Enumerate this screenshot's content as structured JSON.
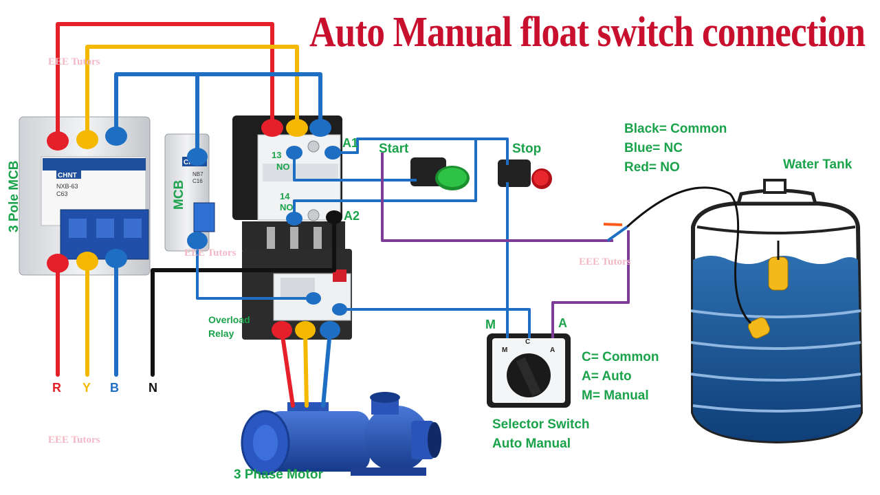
{
  "title": "Auto Manual float switch connection",
  "watermark": "EEE Tutors",
  "components": {
    "mcb3_label": "3 Pole MCB",
    "mcb_label": "MCB",
    "overload_label_line1": "Overload",
    "overload_label_line2": "Relay",
    "start_label": "Start",
    "stop_label": "Stop",
    "motor_label": "3 Phase Motor",
    "selector_label_line1": "Selector Switch",
    "selector_label_line2": "Auto Manual",
    "tank_label": "Water Tank",
    "mcb_brand": "CHNT",
    "mcb3_model": "NXB-63",
    "mcb3_rating": "C63",
    "mcb_model": "NB7",
    "mcb_rating": "C16"
  },
  "contactor_terminals": {
    "a1": "A1",
    "a2": "A2",
    "t13": "13",
    "no1": "NO",
    "t14": "14",
    "no2": "NO"
  },
  "selector_terminals": {
    "m_outer": "M",
    "a_outer": "A",
    "m_inner": "M",
    "c_inner": "C",
    "a_inner": "A"
  },
  "supply_lines": [
    {
      "label": "R",
      "color": "#e5202a"
    },
    {
      "label": "Y",
      "color": "#f5b800"
    },
    {
      "label": "B",
      "color": "#1e6fc4"
    },
    {
      "label": "N",
      "color": "#111111"
    }
  ],
  "float_legend": [
    "Black= Common",
    "Blue= NC",
    "Red= NO"
  ],
  "selector_legend": [
    "C= Common",
    "A= Auto",
    "M= Manual"
  ],
  "wire_colors": {
    "red": "#e5202a",
    "yellow": "#f5b800",
    "blue": "#1e6fc4",
    "black": "#111111",
    "purple": "#7d3c98",
    "title": "#c8102e",
    "label_green": "#1aa34a"
  }
}
